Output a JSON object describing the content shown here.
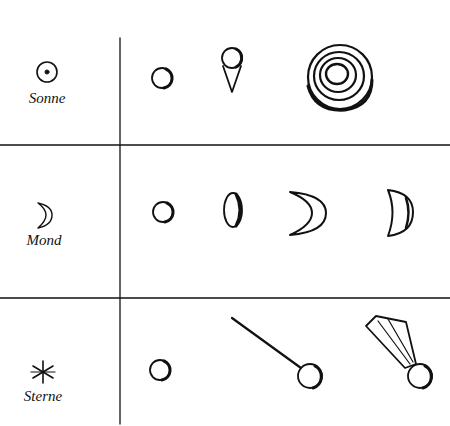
{
  "diagram": {
    "labels": [
      "Sonne",
      "Mond",
      "Sterne"
    ]
  }
}
